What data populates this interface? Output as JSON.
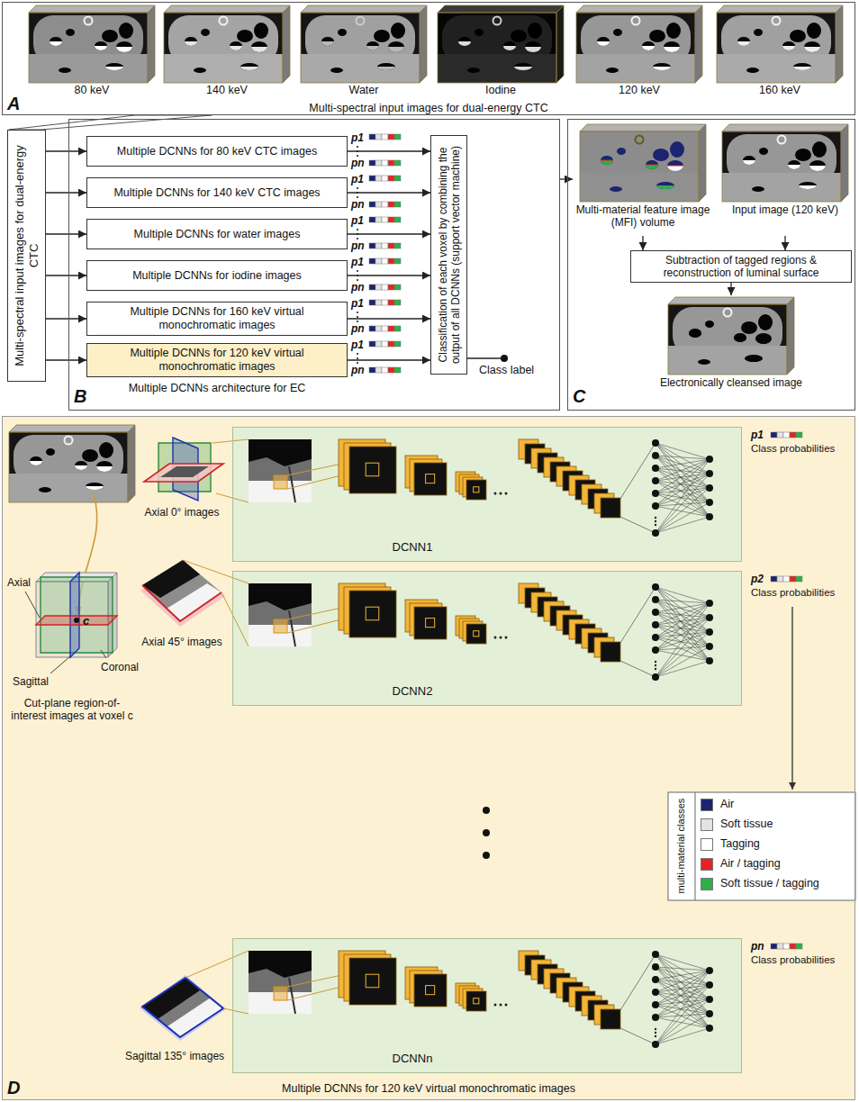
{
  "diagram": {
    "nodes": [
      {
        "text": [
          "Multi-spectral input images for dual-energy CTC",
          "A"
        ]
      },
      {
        "text": [
          "80 keV"
        ],
        "in": 0
      },
      {
        "text": [
          "140 keV"
        ],
        "in": 0
      },
      {
        "text": [
          "Water"
        ],
        "in": 0
      },
      {
        "text": [
          "Iodine"
        ],
        "in": 0
      },
      {
        "text": [
          "120 keV"
        ],
        "in": 0
      },
      {
        "text": [
          "160 keV"
        ],
        "in": 0
      },
      {
        "text": [
          "Multi-spectral input images for dual-energy CTC"
        ]
      },
      {
        "text": [
          "Multiple DCNNs architecture for EC",
          "B"
        ]
      },
      {
        "text": [
          "Multiple DCNNs for 80 keV CTC images"
        ],
        "in": 8
      },
      {
        "text": [
          "Multiple DCNNs for 140 keV CTC images"
        ],
        "in": 8
      },
      {
        "text": [
          "Multiple DCNNs for water images"
        ],
        "in": 8
      },
      {
        "text": [
          "Multiple DCNNs for iodine images"
        ],
        "in": 8
      },
      {
        "text": [
          "Multiple DCNNs for 160 keV virtual monochromatic images"
        ],
        "in": 8
      },
      {
        "text": [
          "Multiple DCNNs for 120 keV virtual monochromatic images"
        ],
        "in": 8
      },
      {
        "text": [
          "Classification of each voxel by combining the output of all DCNNs (support vector machine)"
        ],
        "in": 8
      },
      {
        "text": [
          "C"
        ]
      },
      {
        "text": [
          "Multi-material feature image (MFI) volume"
        ],
        "in": 16
      },
      {
        "text": [
          "Input image (120 keV)"
        ],
        "in": 16
      },
      {
        "text": [
          "Subtraction of tagged regions & reconstruction of luminal surface"
        ],
        "in": 16
      },
      {
        "text": [
          "Electronically cleansed image"
        ],
        "in": 16
      },
      {
        "text": [
          "Multiple DCNNs for 120 keV virtual monochromatic images",
          "D"
        ]
      },
      {
        "text": [
          "DCNN1"
        ],
        "in": 21
      },
      {
        "text": [
          "DCNN2"
        ],
        "in": 21
      },
      {
        "text": [
          "DCNNn"
        ],
        "in": 21
      }
    ],
    "edges": [
      {
        "from": 7,
        "to": 9,
        "arrow": "to"
      },
      {
        "from": 7,
        "to": 10,
        "arrow": "to"
      },
      {
        "from": 7,
        "to": 11,
        "arrow": "to"
      },
      {
        "from": 7,
        "to": 12,
        "arrow": "to"
      },
      {
        "from": 7,
        "to": 13,
        "arrow": "to"
      },
      {
        "from": 7,
        "to": 14,
        "arrow": "to"
      },
      {
        "from": 9,
        "to": 15,
        "arrow": "to"
      },
      {
        "from": 10,
        "to": 15,
        "arrow": "to"
      },
      {
        "from": 11,
        "to": 15,
        "arrow": "to"
      },
      {
        "from": 12,
        "to": 15,
        "arrow": "to"
      },
      {
        "from": 13,
        "to": 15,
        "arrow": "to"
      },
      {
        "from": 14,
        "to": 15,
        "arrow": "to"
      },
      {
        "from": 8,
        "to": 17,
        "arrow": "to"
      },
      {
        "from": 17,
        "to": 19,
        "arrow": "to"
      },
      {
        "from": 18,
        "to": 19,
        "arrow": "to"
      },
      {
        "from": 19,
        "to": 20,
        "arrow": "to"
      }
    ],
    "labels": [
      "p1",
      "pn",
      "p1",
      "pn",
      "p1",
      "pn",
      "p1",
      "pn",
      "p1",
      "pn",
      "p1",
      "pn",
      "Class label",
      "Axial 0° images",
      "Axial 45° images",
      "Sagittal 135° images",
      "Axial",
      "Coronal",
      "Sagittal",
      "c",
      "Cut-plane region-of-interest images at voxel c",
      "p1",
      "Class probabilities",
      "p2",
      "Class probabilities",
      "pn",
      "Class probabilities",
      "multi-material classes"
    ],
    "legend": [
      {
        "text": "Air",
        "color": "#1c2470"
      },
      {
        "text": "Soft tissue",
        "color": "#e3e3e3"
      },
      {
        "text": "Tagging",
        "color": "#ffffff"
      },
      {
        "text": "Air / tagging",
        "color": "#e52421"
      },
      {
        "text": "Soft tissue / tagging",
        "color": "#2fae4a"
      }
    ]
  }
}
